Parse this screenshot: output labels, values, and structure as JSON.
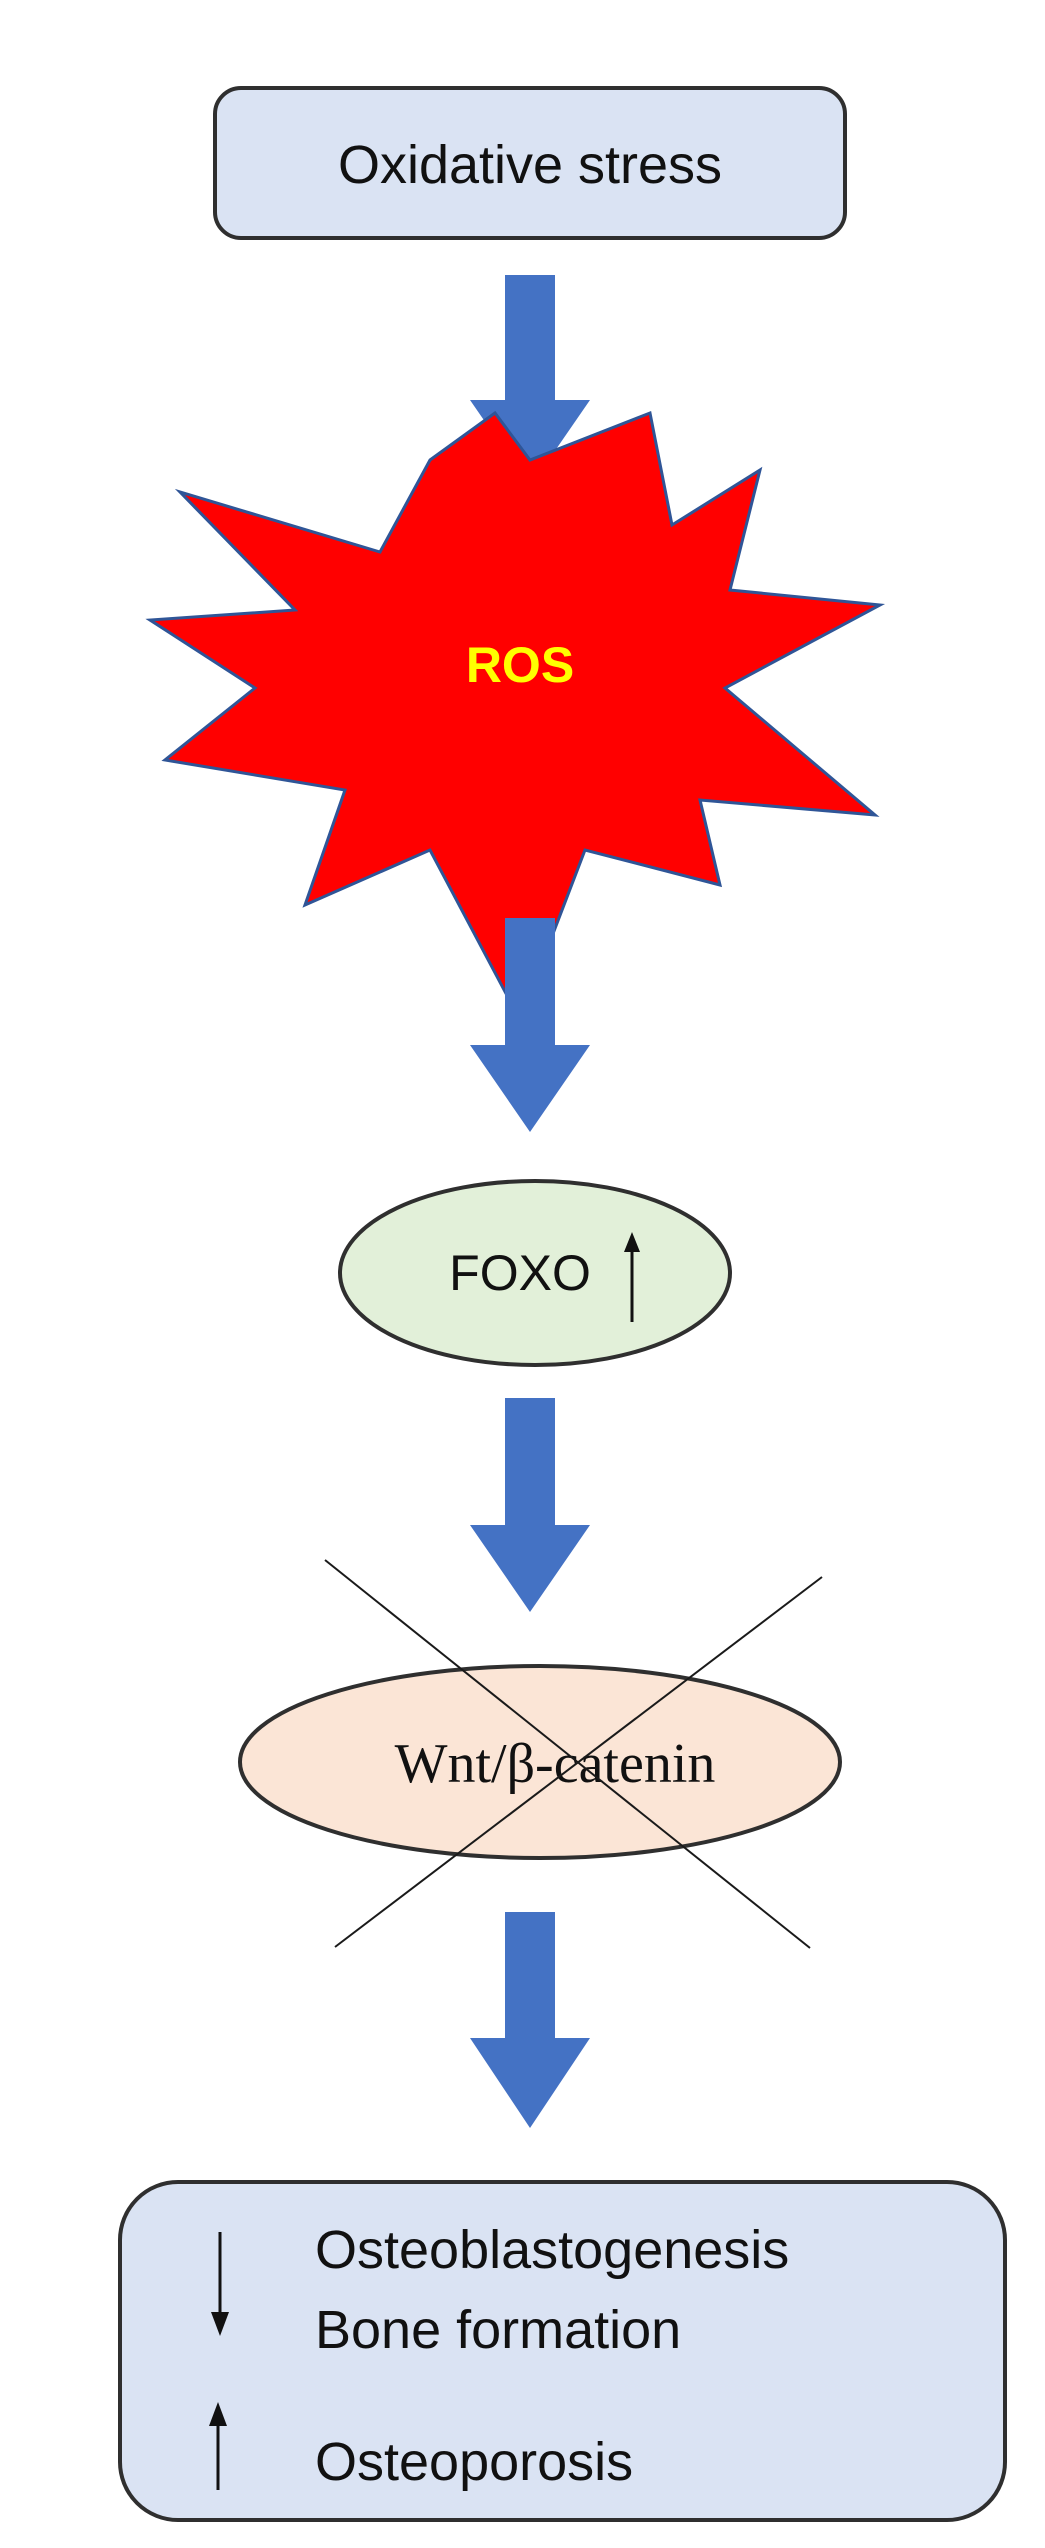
{
  "nodes": {
    "oxidative_stress": "Oxidative stress",
    "ros": "ROS",
    "foxo": "FOXO",
    "wnt": "Wnt/β-catenin",
    "outcome": {
      "osteoblastogenesis": "Osteoblastogenesis",
      "bone_formation": "Bone formation",
      "osteoporosis": "Osteoporosis"
    }
  },
  "indicators": {
    "foxo": "up",
    "osteoblastogenesis_bone_formation": "down",
    "osteoporosis": "up",
    "wnt": "inhibited"
  },
  "colors": {
    "box_fill": "#dae3f3",
    "box_stroke": "#2f2f2f",
    "arrow_fill": "#4472c4",
    "ros_fill": "#ff0000",
    "ros_stroke": "#2f5597",
    "ros_text": "#ffff00",
    "foxo_fill": "#e2f0d9",
    "wnt_fill": "#fbe5d6",
    "text": "#111111"
  }
}
